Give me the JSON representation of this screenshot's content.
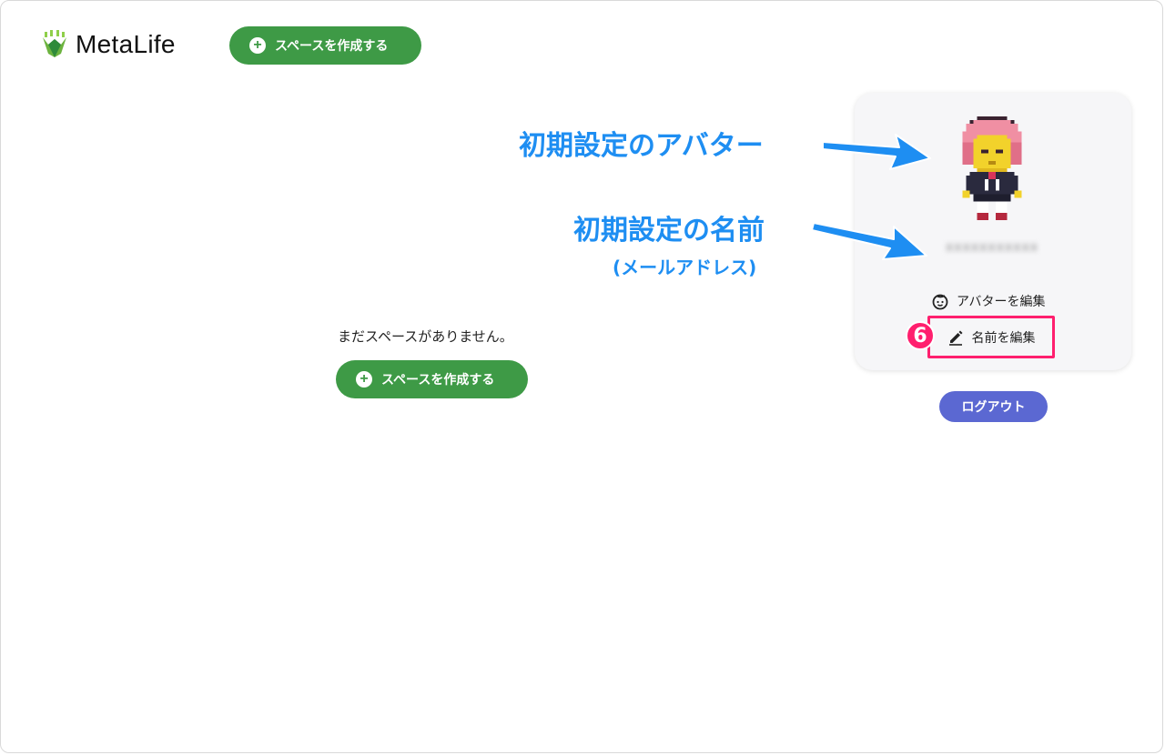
{
  "brand": {
    "name": "MetaLife"
  },
  "header": {
    "create_space_label": "スペースを作成する"
  },
  "main": {
    "empty_message": "まだスペースがありません。",
    "create_space_label": "スペースを作成する"
  },
  "profile": {
    "username_masked": "xxxxxxxxxxxx",
    "edit_avatar_label": "アバターを編集",
    "edit_name_label": "名前を編集",
    "step_number": "6",
    "logout_label": "ログアウト"
  },
  "annotations": {
    "avatar": "初期設定のアバター",
    "name": "初期設定の名前",
    "email": "(メールアドレス)"
  },
  "colors": {
    "primary_green": "#3e9a46",
    "logout_blue": "#5b68d2",
    "highlight_pink": "#ff1f6e",
    "annotation_blue": "#1e8ef2"
  },
  "icons": [
    "logo-icon",
    "plus-circle-icon",
    "avatar-face-icon",
    "pencil-icon",
    "arrow-icon"
  ]
}
